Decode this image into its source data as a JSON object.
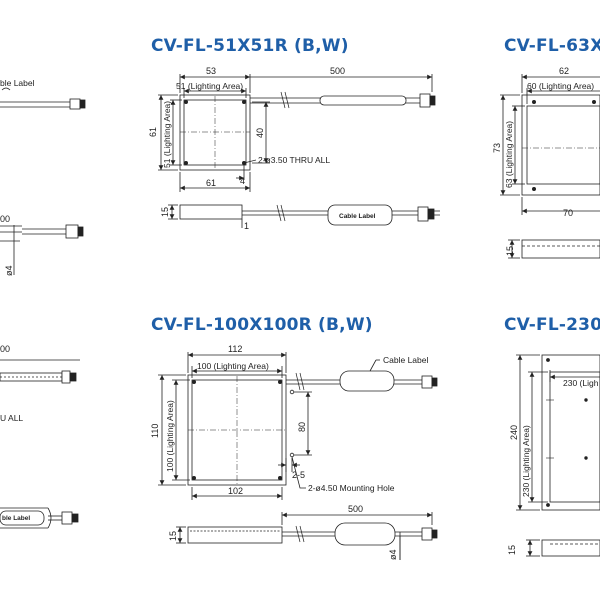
{
  "titles": {
    "t51": "CV-FL-51X51R (B,W)",
    "t63": "CV-FL-63X",
    "t100": "CV-FL-100X100R (B,W)",
    "t230": "CV-FL-230"
  },
  "left_fragments": {
    "cable_label": "ble Label",
    "dim_500_a": "00",
    "phi4": "ø4",
    "dim_500_b": "00",
    "thru_all": "U ALL",
    "cable_label_b": "ble Label"
  },
  "d51": {
    "w53": "53",
    "w500": "500",
    "lighting": "51 (Lighting Area)",
    "h61": "61",
    "vlighting": "51 (Lighting Area)",
    "h40": "40",
    "w4": "4",
    "w61": "61",
    "holes": "2-ø3.50 THRU ALL",
    "h15": "15",
    "one": "1",
    "cable": "Cable Label"
  },
  "d63": {
    "w62": "62",
    "lighting": "60 (Lighting Area)",
    "h73": "73",
    "vlighting": "63 (Lighting Area)",
    "w70": "70",
    "h15": "15"
  },
  "d100": {
    "w112": "112",
    "lighting": "100 (Lighting Area)",
    "cable": "Cable Label",
    "h110": "110",
    "vlighting": "100 (Lighting Area)",
    "h80": "80",
    "two5": "2-5",
    "w102": "102",
    "holes": "2-ø4.50 Mounting Hole",
    "w500": "500",
    "h15": "15",
    "phi4": "ø4"
  },
  "d230": {
    "lighting": "230 (Ligh",
    "h240": "240",
    "vlighting": "230 (Lighting Area)",
    "h15": "15"
  }
}
